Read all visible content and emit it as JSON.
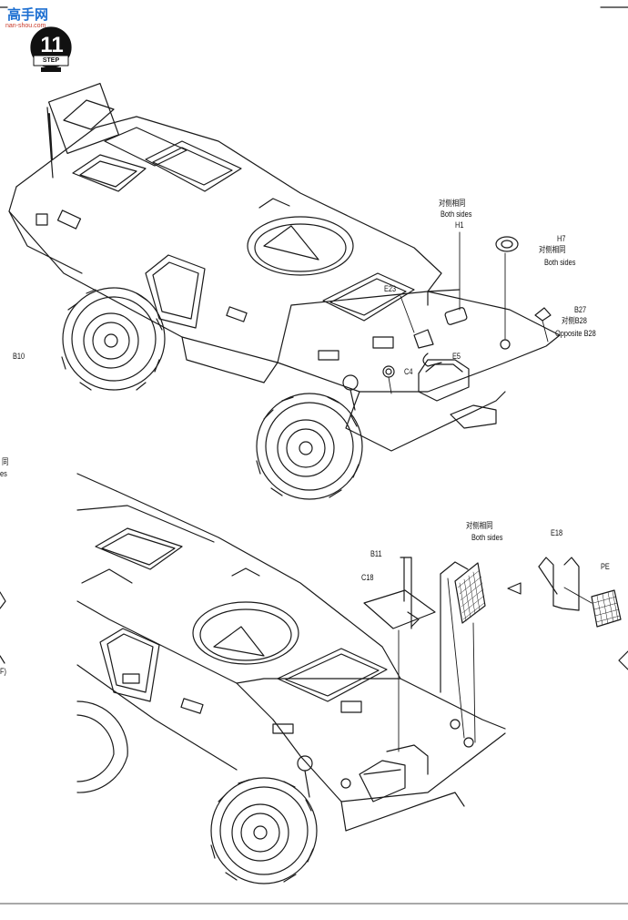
{
  "watermark": {
    "brand": "高手网",
    "url": "nan-shou.com"
  },
  "step": {
    "number": "11",
    "word": "STEP"
  },
  "left_edge": {
    "b10": "B10",
    "both_cut": "同",
    "sides_cut": "es",
    "f_cut": "F)"
  },
  "top_figure": {
    "h1": {
      "cn": "对侧相同",
      "en": "Both sides",
      "part": "H1"
    },
    "h7": {
      "part": "H7",
      "cn": "对侧相同",
      "en": "Both sides"
    },
    "b27": {
      "part": "B27",
      "cn": "对侧B28",
      "en": "Opposite B28"
    },
    "e23": "E23",
    "e5": "E5",
    "c4": "C4"
  },
  "bottom_figure": {
    "both_sides": {
      "cn": "对侧相同",
      "en": "Both sides"
    },
    "b11": "B11",
    "c18": "C18",
    "e18": "E18",
    "pe": "PE"
  }
}
